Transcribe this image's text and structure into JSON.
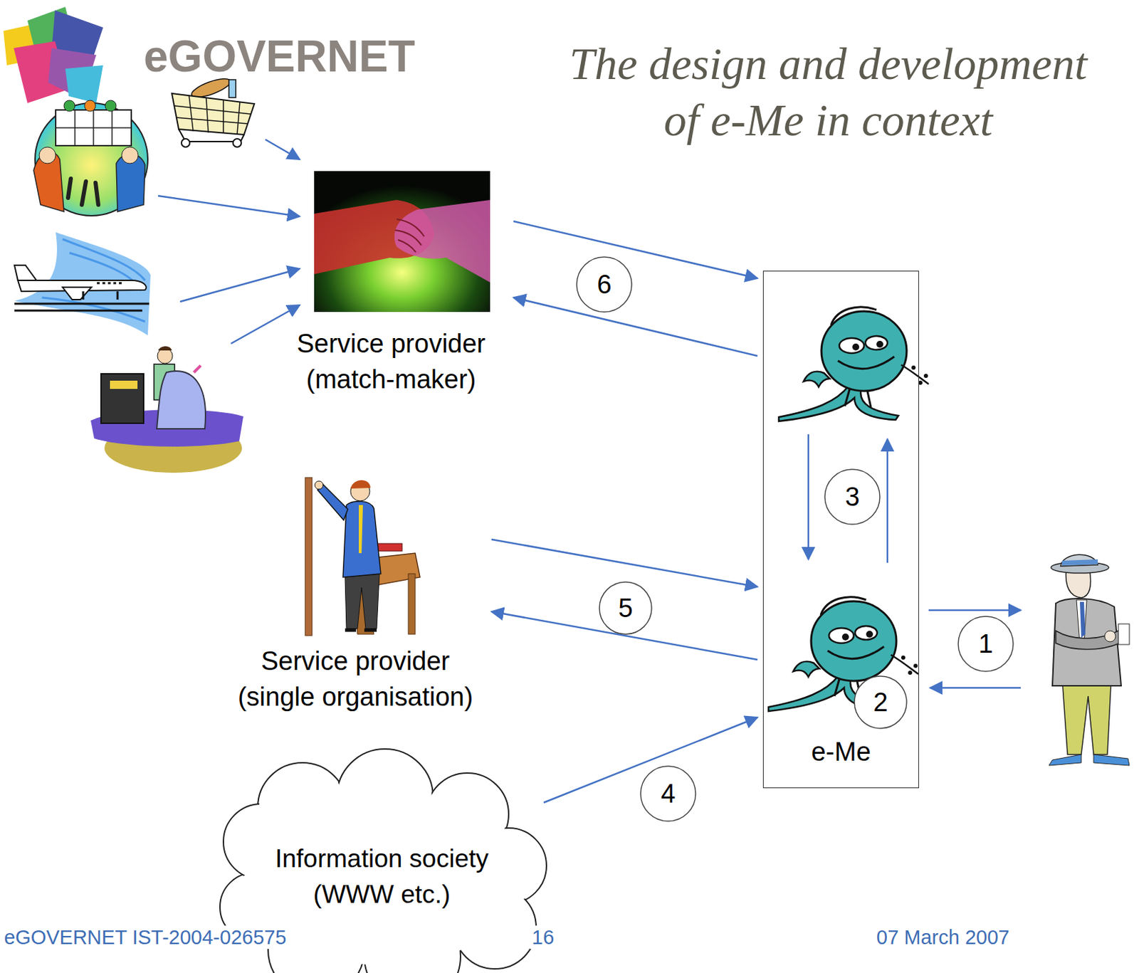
{
  "diagram": {
    "title": "The design and development of e-Me in context",
    "nodes": [
      {
        "text": [
          "Service provider (match-maker)"
        ]
      },
      {
        "text": [
          "e-Me"
        ]
      },
      {
        "text": [
          "Service provider (single organisation)"
        ]
      },
      {
        "text": [
          "Information society (WWW etc.)"
        ]
      }
    ],
    "edges": [
      {
        "from": 0,
        "to": 1,
        "arrow": "to"
      },
      {
        "from": 1,
        "to": 0,
        "arrow": "to"
      },
      {
        "from": 2,
        "to": 1,
        "arrow": "to"
      },
      {
        "from": 1,
        "to": 2,
        "arrow": "to"
      },
      {
        "from": 3,
        "to": 1,
        "arrow": "to"
      }
    ],
    "labels": [
      "eGOVERNET",
      "6",
      "3",
      "5",
      "1",
      "2",
      "4",
      "eGOVERNET IST-2004-026575",
      "16",
      "07 March 2007"
    ]
  }
}
